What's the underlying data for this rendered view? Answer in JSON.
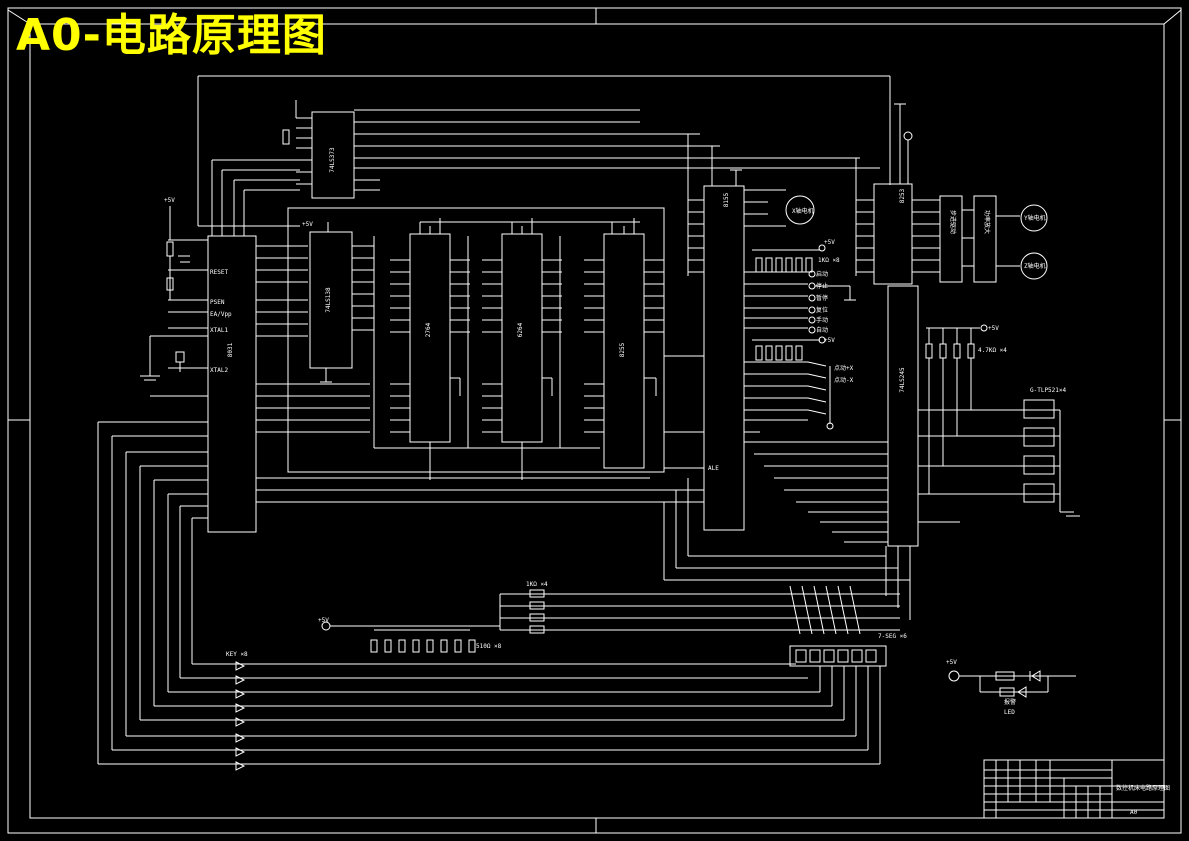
{
  "title": "A0-电路原理图",
  "colors": {
    "background": "#000000",
    "line": "#ffffff",
    "title": "#ffff00"
  },
  "supply_label": "+5V",
  "chips": {
    "mcu": "8031",
    "latch": "74LS373",
    "eprom": "2764",
    "ram": "6264",
    "ppi_a": "8255",
    "ppi_b": "8155",
    "decoder": "74LS138",
    "timer": "8253",
    "buffer": "74LS245"
  },
  "labels": {
    "reset": "RESET",
    "xtal1": "XTAL1",
    "xtal2": "XTAL2",
    "ea": "EA/Vpp",
    "psen": "PSEN",
    "ale": "ALE",
    "motor_x": "X轴电机",
    "motor_y": "Y轴电机",
    "motor_z": "Z轴电机",
    "driver_1": "步进驱动",
    "driver_2": "功率放大",
    "res_pack_1": "1KΩ ×8",
    "res_pack_2": "4.7KΩ ×4",
    "res_pack_3": "510Ω ×8",
    "res_pack_4": "1KΩ ×4",
    "display": "7-SEG ×6",
    "keys": "KEY ×8",
    "optocoupler": "G-TLP521×4",
    "alarm": "报警",
    "led": "LED",
    "status_1": "启动",
    "status_2": "停止",
    "status_3": "暂停",
    "status_4": "复位",
    "status_5": "手动",
    "status_6": "自动",
    "status_7": "点动+X",
    "status_8": "点动-X"
  },
  "title_block": {
    "drawing_name": "数控机床电路原理图",
    "sheet": "A0"
  }
}
